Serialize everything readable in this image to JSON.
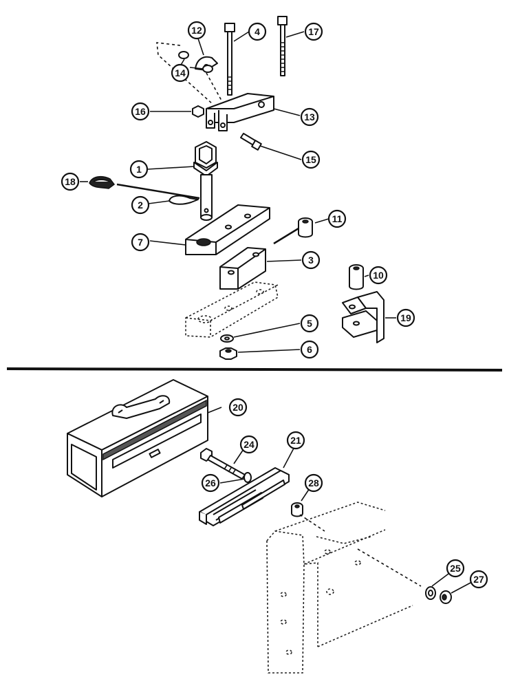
{
  "callouts": {
    "c1": "1",
    "c2": "2",
    "c3": "3",
    "c4": "4",
    "c5": "5",
    "c6": "6",
    "c7": "7",
    "c10": "10",
    "c11": "11",
    "c12": "12",
    "c13": "13",
    "c14": "14",
    "c15": "15",
    "c16": "16",
    "c17": "17",
    "c18": "18",
    "c19": "19",
    "c20": "20",
    "c21": "21",
    "c24": "24",
    "c25": "25",
    "c26": "26",
    "c27": "27",
    "c28": "28"
  },
  "colors": {
    "ink": "#111111",
    "paper": "#ffffff"
  }
}
